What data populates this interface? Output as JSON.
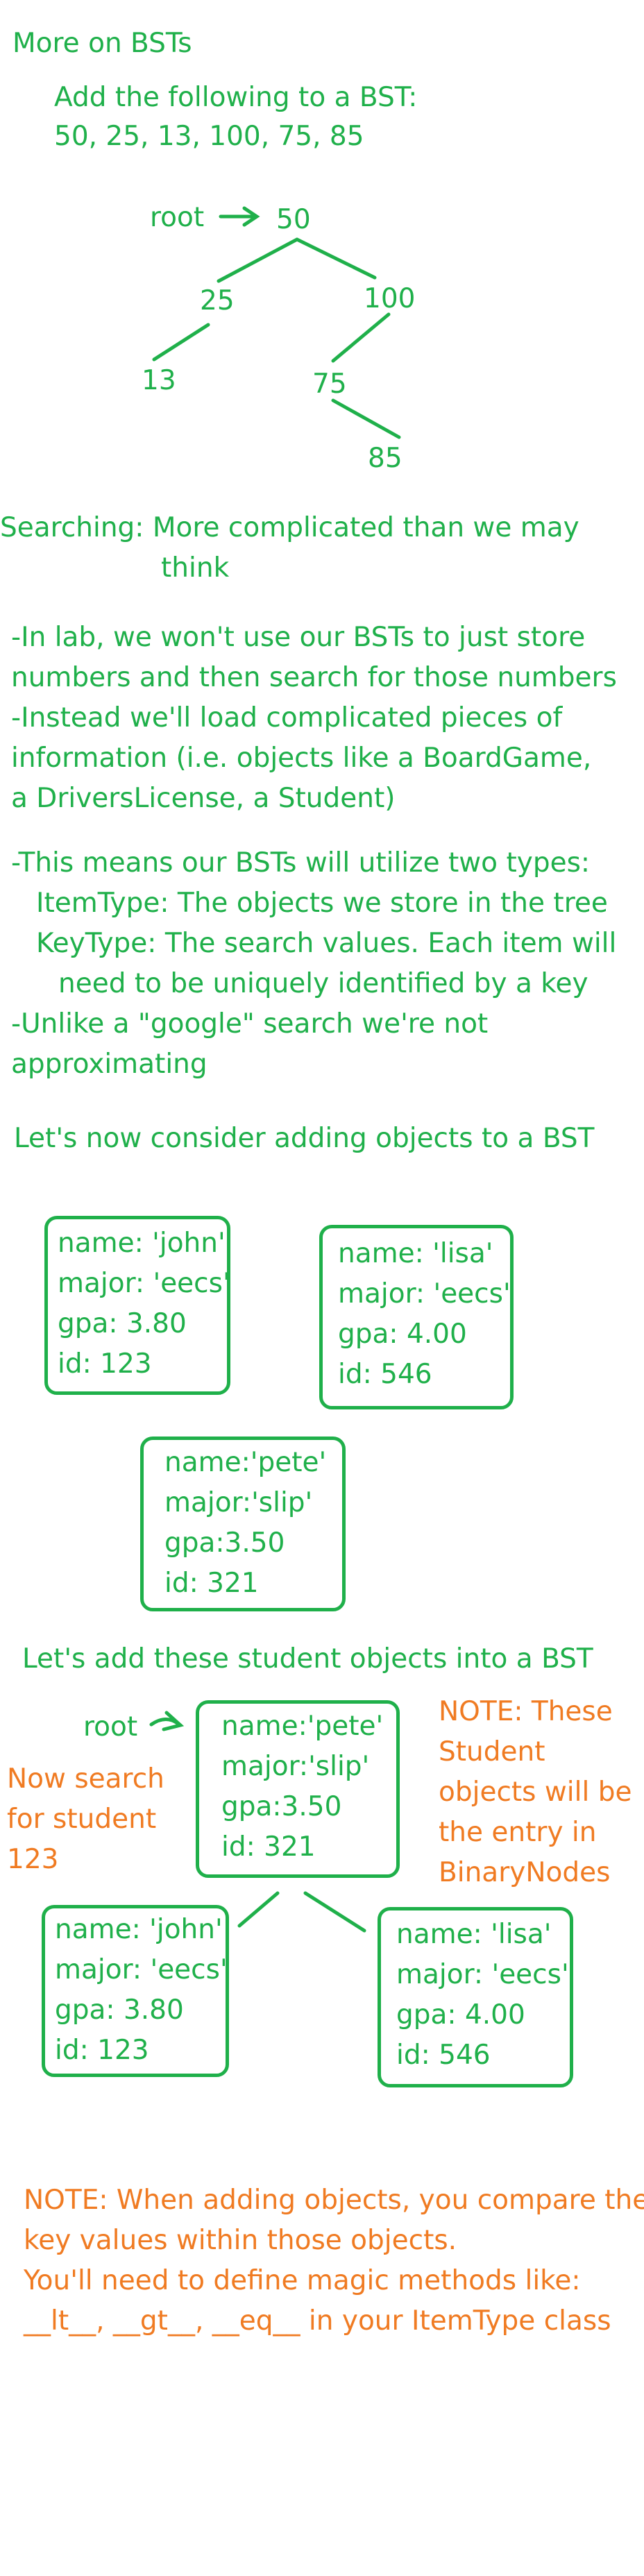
{
  "heading": "More on BSTs",
  "add_instruction": {
    "line1": "Add the following to a BST:",
    "line2": "50, 25, 13, 100, 75, 85"
  },
  "tree1": {
    "root_label": "root",
    "n50": "50",
    "n25": "25",
    "n100": "100",
    "n13": "13",
    "n75": "75",
    "n85": "85"
  },
  "searching": {
    "line1": "Searching: More complicated than we may",
    "line2": "think"
  },
  "lab_notes": [
    "-In lab, we won't use our BSTs to just store",
    "numbers and then search for those numbers",
    "-Instead we'll load complicated pieces of",
    "information (i.e. objects like a BoardGame,",
    "a DriversLicense, a Student)"
  ],
  "types_notes": [
    "-This means our BSTs will utilize two types:",
    "ItemType: The objects we store in the tree",
    "KeyType: The search values. Each item will",
    "need to be uniquely identified by a key",
    "-Unlike a \"google\" search we're not",
    "approximating"
  ],
  "consider": "Let's now consider adding objects to a BST",
  "students": {
    "john": {
      "name": "name: 'john'",
      "major": "major: 'eecs'",
      "gpa": "gpa: 3.80",
      "id": "id: 123"
    },
    "lisa": {
      "name": "name: 'lisa'",
      "major": "major: 'eecs'",
      "gpa": "gpa: 4.00",
      "id": "id: 546"
    },
    "pete": {
      "name": "name:'pete'",
      "major": "major:'slip'",
      "gpa": "gpa:3.50",
      "id": "id: 321"
    }
  },
  "add_students": "Let's add these student objects into a BST",
  "tree2": {
    "root_label": "root"
  },
  "search_note": {
    "line1": "Now search",
    "line2": "for student",
    "line3": "123"
  },
  "entry_note": {
    "line1": "NOTE: These",
    "line2": "Student",
    "line3": "objects will be",
    "line4": "the entry in",
    "line5": "BinaryNodes"
  },
  "final_note": [
    "NOTE: When adding objects, you compare the",
    "key values within those objects.",
    "You'll need to define magic methods like:",
    "__lt__, __gt__, __eq__ in your ItemType class"
  ],
  "colors": {
    "green": "#1fb04a",
    "orange": "#f07b22"
  }
}
